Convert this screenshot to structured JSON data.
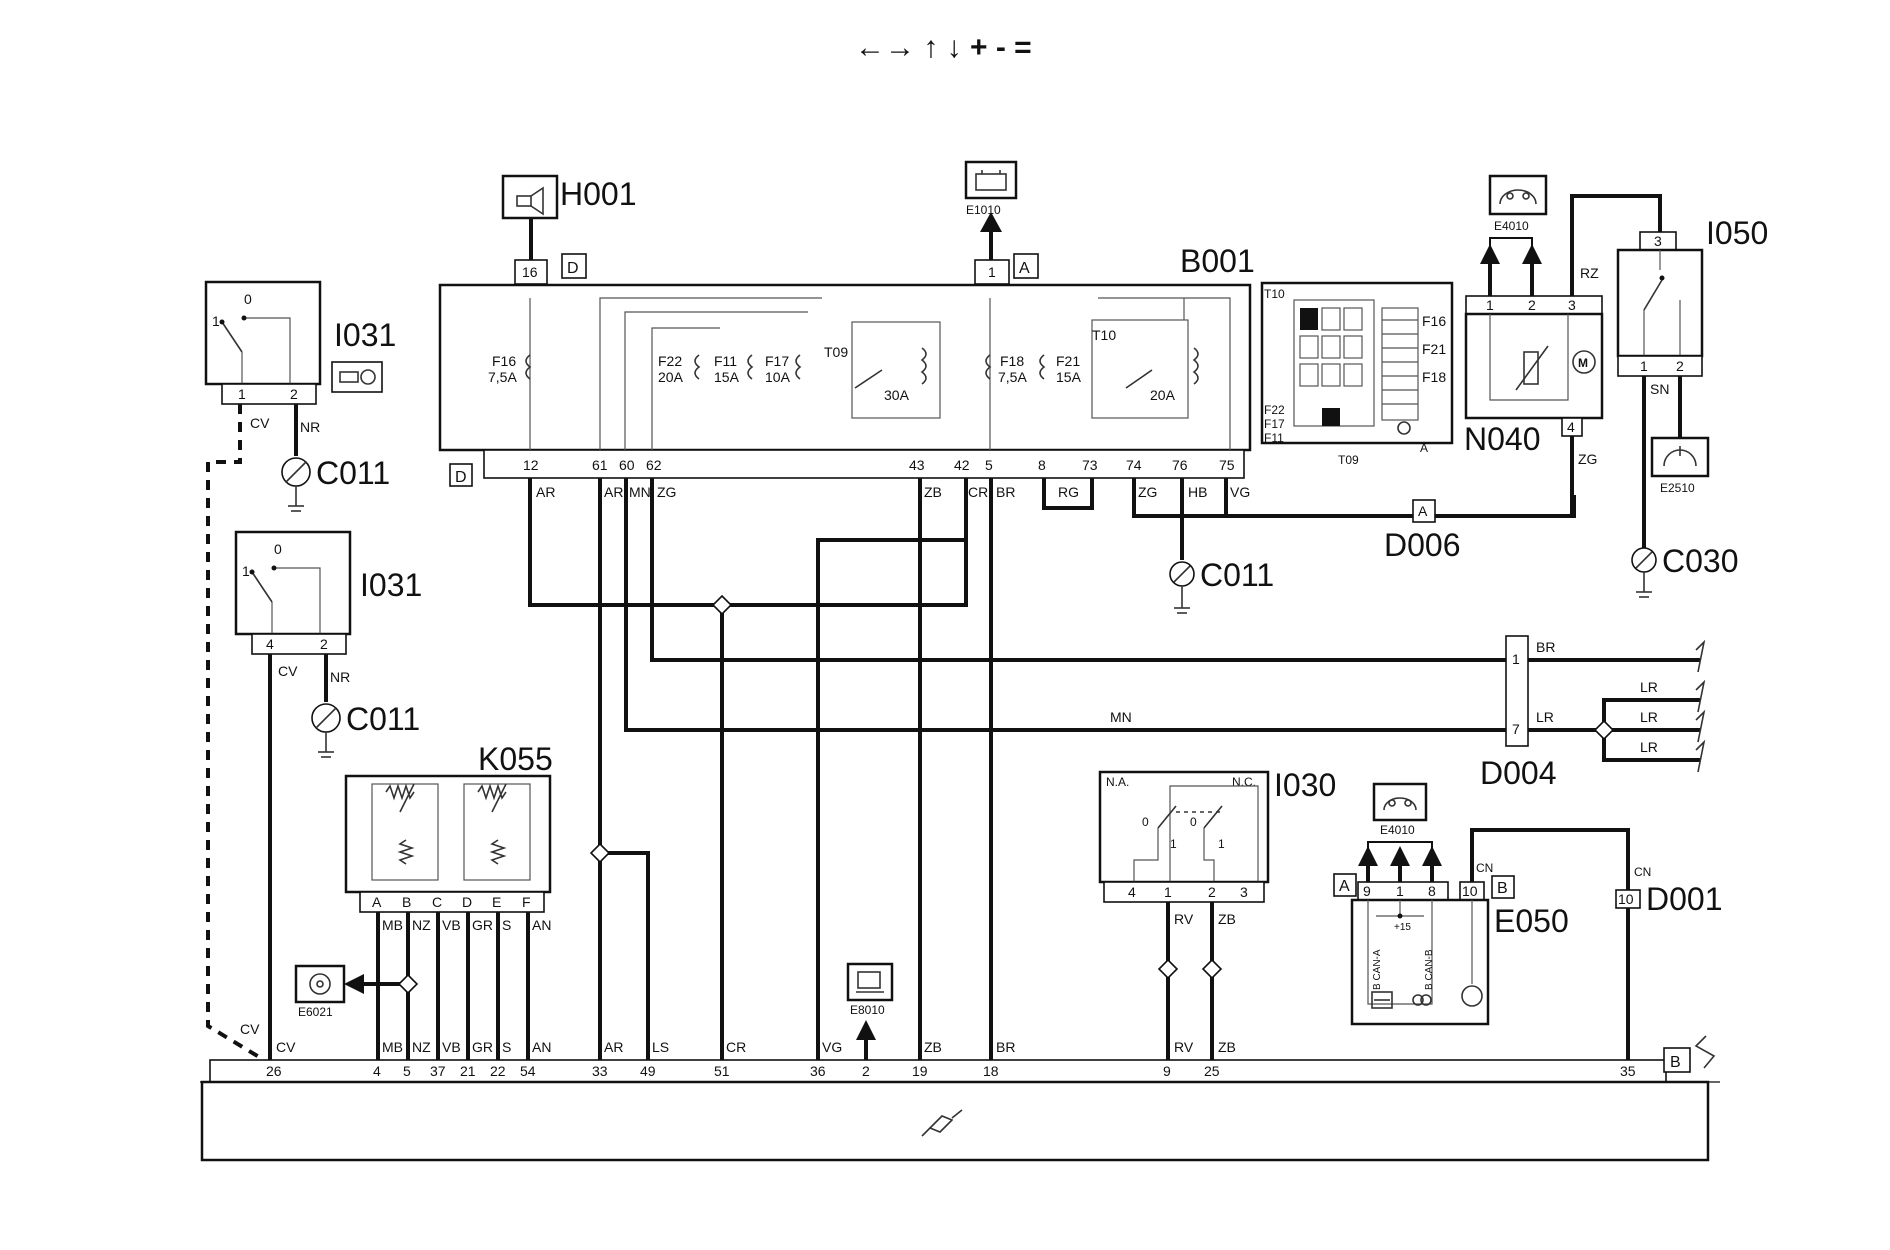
{
  "legend": {
    "symbols": "←→ ↑ ↓ + - ="
  },
  "components": {
    "H001": "H001",
    "B001": "B001",
    "E1010": "E1010",
    "I031": "I031",
    "C011": "C011",
    "K055": "K055",
    "N040": "N040",
    "I050": "I050",
    "E4010": "E4010",
    "E2510": "E2510",
    "C030": "C030",
    "D006": "D006",
    "D004": "D004",
    "I030": "I030",
    "E050": "E050",
    "D001": "D001",
    "E6021": "E6021",
    "E8010": "E8010",
    "T09": "T09",
    "T10": "T10"
  },
  "fuses": [
    {
      "id": "F16",
      "rating": "7,5A"
    },
    {
      "id": "F22",
      "rating": "20A"
    },
    {
      "id": "F11",
      "rating": "15A"
    },
    {
      "id": "F17",
      "rating": "10A"
    },
    {
      "id": "F18",
      "rating": "7,5A"
    },
    {
      "id": "F21",
      "rating": "15A"
    }
  ],
  "relays": {
    "T09": "30A",
    "T10": "20A"
  },
  "connectors": {
    "A": "A",
    "B": "B",
    "D": "D"
  },
  "b001_pins": [
    "12",
    "61",
    "60",
    "62",
    "43",
    "42",
    "5",
    "8",
    "73",
    "74",
    "76",
    "75"
  ],
  "b001_wires": [
    "AR",
    "AR",
    "MN",
    "ZG",
    "ZB",
    "CR",
    "BR",
    "RG",
    "ZG",
    "HB",
    "VG"
  ],
  "b001_top_pins": {
    "h001": "16",
    "e1010": "1"
  },
  "fusebox_labels": [
    "F16",
    "F21",
    "F18",
    "F22",
    "F17",
    "F11",
    "T10",
    "T09",
    "A"
  ],
  "i031_top": {
    "state0": "0",
    "state1": "1",
    "pins": [
      "1",
      "2"
    ],
    "wires": [
      "CV",
      "NR"
    ]
  },
  "i031_bottom": {
    "state0": "0",
    "state1": "1",
    "pins": [
      "4",
      "2"
    ],
    "wires": [
      "CV",
      "NR"
    ]
  },
  "k055": {
    "pins": [
      "A",
      "B",
      "C",
      "D",
      "E",
      "F"
    ],
    "wires": [
      "MB",
      "NZ",
      "VB",
      "GR",
      "S",
      "AN"
    ]
  },
  "n040": {
    "pins": [
      "1",
      "2",
      "3",
      "4"
    ],
    "wires": [
      "RZ",
      "ZG"
    ],
    "motor": "M"
  },
  "i050": {
    "pins": [
      "3",
      "1",
      "2"
    ],
    "wire": "SN"
  },
  "d004": {
    "pins": [
      "1",
      "7"
    ],
    "wires": [
      "BR",
      "LR",
      "LR",
      "LR",
      "LR",
      "MN"
    ]
  },
  "i030": {
    "na": "N.A.",
    "nc": "N.C.",
    "states": [
      "0",
      "1",
      "0",
      "1"
    ],
    "pins": [
      "4",
      "1",
      "2",
      "3"
    ],
    "wires": [
      "RV",
      "ZB"
    ]
  },
  "e050": {
    "pins": [
      "9",
      "1",
      "8",
      "10"
    ],
    "wire": "CN",
    "plus15": "+15",
    "can_a": "B CAN-A",
    "can_b": "B CAN-B"
  },
  "d001": {
    "pin": "10",
    "wire": "CN"
  },
  "d006": {
    "pin": "A"
  },
  "ecu_pins": [
    {
      "pin": "26",
      "wire": "CV"
    },
    {
      "pin": "4",
      "wire": "MB"
    },
    {
      "pin": "5",
      "wire": "NZ"
    },
    {
      "pin": "37",
      "wire": "VB"
    },
    {
      "pin": "21",
      "wire": "GR"
    },
    {
      "pin": "22",
      "wire": "S"
    },
    {
      "pin": "54",
      "wire": "AN"
    },
    {
      "pin": "33",
      "wire": "AR"
    },
    {
      "pin": "49",
      "wire": "LS"
    },
    {
      "pin": "51",
      "wire": "CR"
    },
    {
      "pin": "36",
      "wire": "VG"
    },
    {
      "pin": "2",
      "wire": ""
    },
    {
      "pin": "19",
      "wire": "ZB"
    },
    {
      "pin": "18",
      "wire": "BR"
    },
    {
      "pin": "9",
      "wire": "RV"
    },
    {
      "pin": "25",
      "wire": "ZB"
    },
    {
      "pin": "35",
      "wire": ""
    }
  ],
  "ecu_wire_cv2": "CV",
  "ecu_connector": "B"
}
